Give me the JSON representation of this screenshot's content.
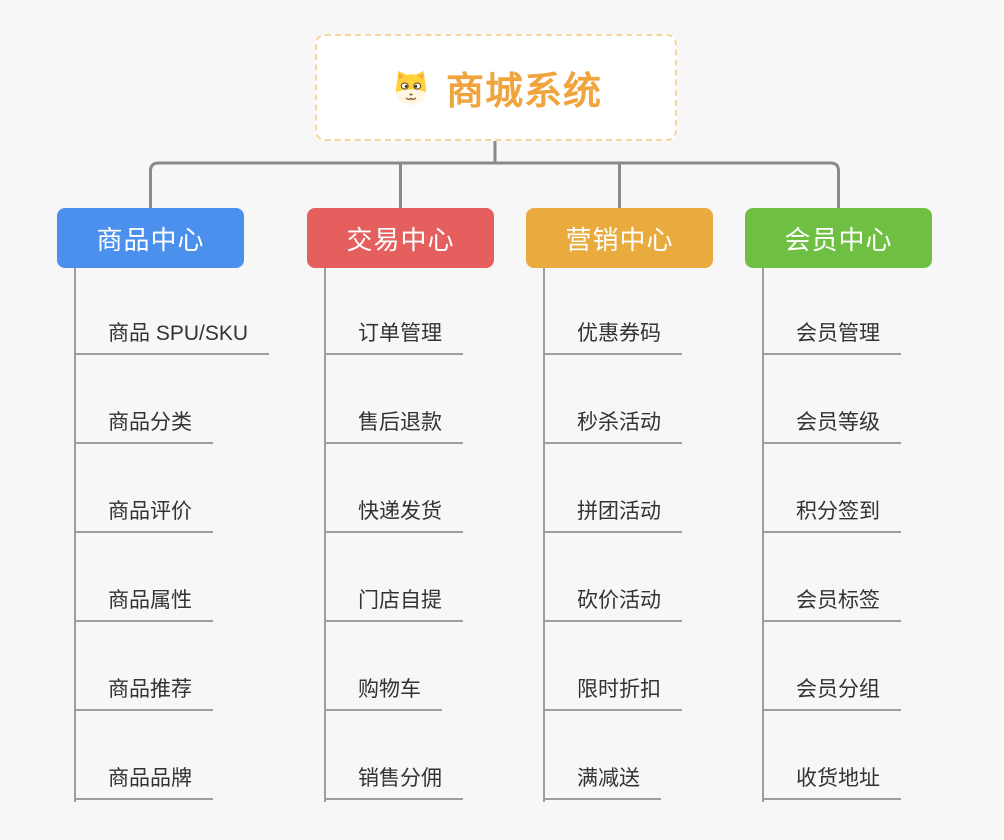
{
  "root": {
    "title": "商城系统",
    "icon": "dog-face-icon",
    "title_color": "#f0a43e",
    "border_color": "#f4d79e"
  },
  "connector_color": "#8a8a8a",
  "child_line_color": "#9e9e9e",
  "branches": [
    {
      "label": "商品中心",
      "color": "#4b90ec",
      "children": [
        "商品 SPU/SKU",
        "商品分类",
        "商品评价",
        "商品属性",
        "商品推荐",
        "商品品牌"
      ]
    },
    {
      "label": "交易中心",
      "color": "#e55f5f",
      "children": [
        "订单管理",
        "售后退款",
        "快递发货",
        "门店自提",
        "购物车",
        "销售分佣"
      ]
    },
    {
      "label": "营销中心",
      "color": "#eaab3e",
      "children": [
        "优惠券码",
        "秒杀活动",
        "拼团活动",
        "砍价活动",
        "限时折扣",
        "满减送"
      ]
    },
    {
      "label": "会员中心",
      "color": "#6fc042",
      "children": [
        "会员管理",
        "会员等级",
        "积分签到",
        "会员标签",
        "会员分组",
        "收货地址"
      ]
    }
  ]
}
